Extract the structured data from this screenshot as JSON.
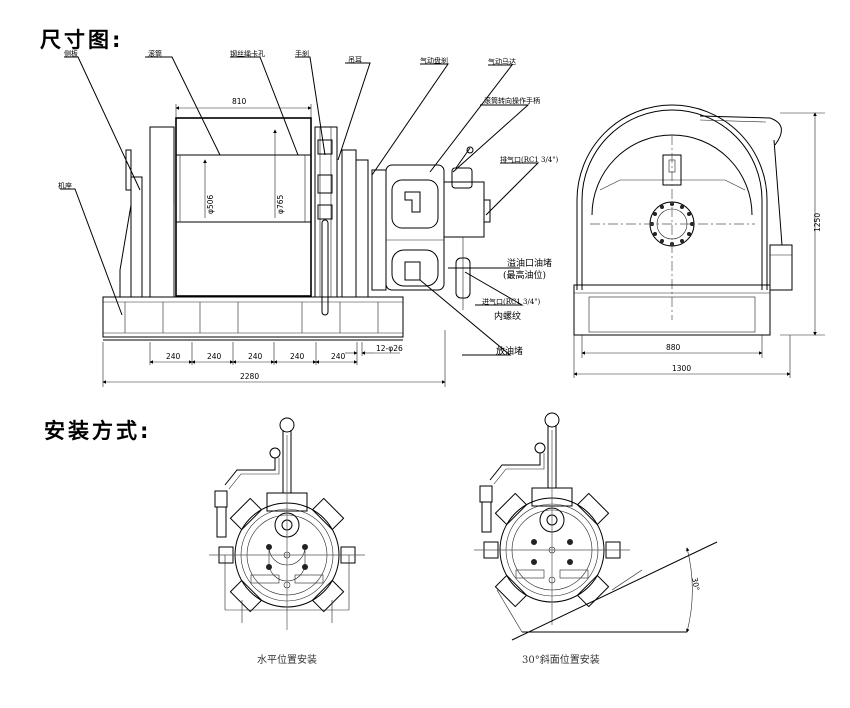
{
  "sections": {
    "dimensions_heading": "尺寸图:",
    "installation_heading": "安装方式:"
  },
  "side_view": {
    "labels": {
      "side_plate": "侧板",
      "base": "机座",
      "drum": "滚筒",
      "rope_clamp_hole": "钢丝绳卡孔",
      "hand_brake": "手刹",
      "lifting_lug": "吊耳",
      "pneumatic_disc_brake": "气动盘刹",
      "air_motor": "气动马达",
      "drum_direction_handle": "滚筒转向操作手柄",
      "exhaust_port": "排气口(RC1 3/4\")",
      "overflow_plug": "溢油口油堵",
      "max_oil_level": "(最高油位)",
      "air_inlet": "进气口(RC1 3/4\")",
      "internal_thread": "内螺纹",
      "drain_plug": "放油堵"
    },
    "dimensions": {
      "drum_length": "810",
      "drum_core_dia": "φ506",
      "flange_dia": "φ765",
      "bolt_spacing": [
        "240",
        "240",
        "240",
        "240",
        "240"
      ],
      "bolt_holes": "12-φ26",
      "overall_length": "2280"
    }
  },
  "front_view": {
    "dimensions": {
      "height": "1250",
      "bolt_width": "880",
      "overall_width": "1300"
    }
  },
  "installation": {
    "horizontal_caption": "水平位置安装",
    "incline_caption": "30°斜面位置安装",
    "incline_angle": "30°"
  }
}
